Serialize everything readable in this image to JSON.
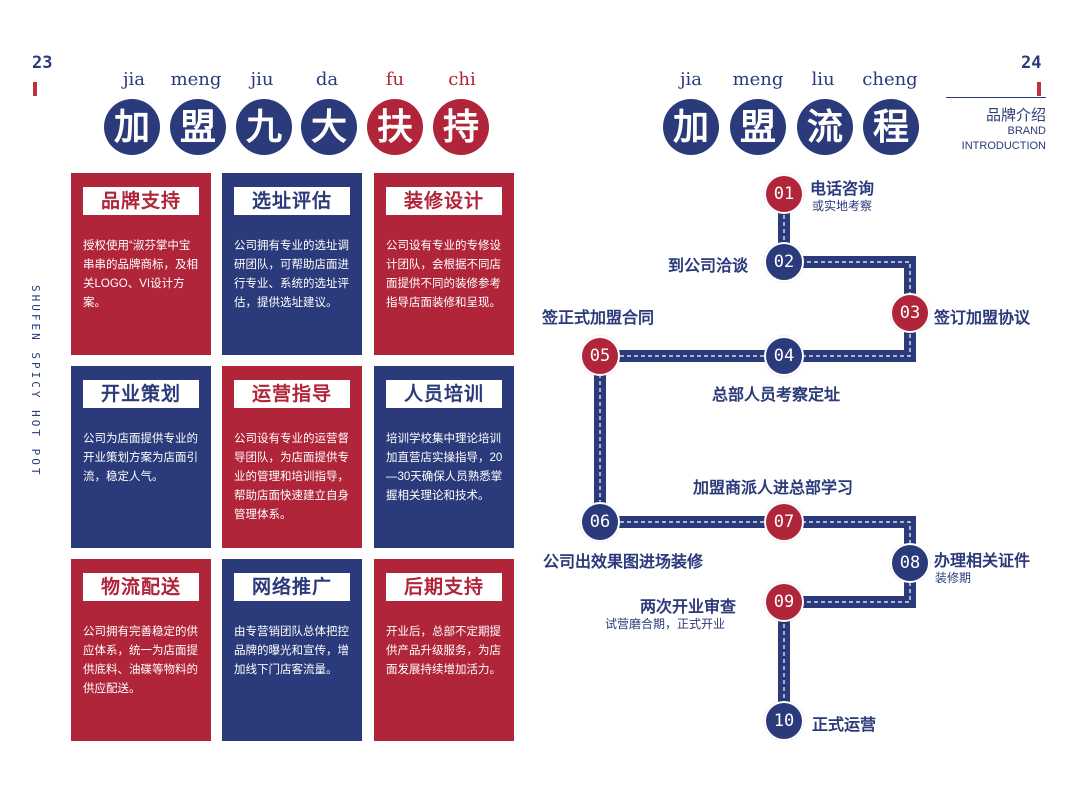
{
  "left_page": {
    "page_number": "23",
    "vertical_text": "SHUFEN SPICY HOT POT",
    "title_pinyin": [
      "jia",
      "meng",
      "jiu",
      "da",
      "fu",
      "chi"
    ],
    "title_chars": [
      "加",
      "盟",
      "九",
      "大",
      "扶",
      "持"
    ],
    "cards": [
      {
        "label": "品牌支持",
        "body": "授权使用“淑芬掌中宝串串的品牌商标，及相关LOGO、VI设计方案。"
      },
      {
        "label": "选址评估",
        "body": "公司拥有专业的选址调研团队，可帮助店面进行专业、系统的选址评估，提供选址建议。"
      },
      {
        "label": "装修设计",
        "body": "公司设有专业的专修设计团队，会根据不同店面提供不同的装修参考指导店面装修和呈现。"
      },
      {
        "label": "开业策划",
        "body": "公司为店面提供专业的开业策划方案为店面引流，稳定人气。"
      },
      {
        "label": "运营指导",
        "body": "公司设有专业的运营督导团队，为店面提供专业的管理和培训指导，帮助店面快速建立自身管理体系。"
      },
      {
        "label": "人员培训",
        "body": "培训学校集中理论培训加直营店实操指导，20—30天确保人员熟悉掌握相关理论和技术。"
      },
      {
        "label": "物流配送",
        "body": "公司拥有完善稳定的供应体系，统一为店面提供底料、油碟等物料的供应配送。"
      },
      {
        "label": "网络推广",
        "body": "由专营销团队总体把控品牌的曝光和宣传，增加线下门店客流量。"
      },
      {
        "label": "后期支持",
        "body": "开业后，总部不定期提供产品升级服务，为店面发展持续增加活力。"
      }
    ]
  },
  "right_page": {
    "page_number": "24",
    "brand_cn": "品牌介绍",
    "brand_en_1": "BRAND",
    "brand_en_2": "INTRODUCTION",
    "title_pinyin": [
      "jia",
      "meng",
      "liu",
      "cheng"
    ],
    "title_chars": [
      "加",
      "盟",
      "流",
      "程"
    ],
    "steps": [
      {
        "num": "01",
        "title": "电话咨询",
        "sub": "或实地考察"
      },
      {
        "num": "02",
        "title": "到公司洽谈",
        "sub": ""
      },
      {
        "num": "03",
        "title": "签订加盟协议",
        "sub": ""
      },
      {
        "num": "04",
        "title": "总部人员考察定址",
        "sub": ""
      },
      {
        "num": "05",
        "title": "签正式加盟合同",
        "sub": ""
      },
      {
        "num": "06",
        "title": "公司出效果图进场装修",
        "sub": ""
      },
      {
        "num": "07",
        "title": "加盟商派人进总部学习",
        "sub": ""
      },
      {
        "num": "08",
        "title": "办理相关证件",
        "sub": "装修期"
      },
      {
        "num": "09",
        "title": "两次开业审查",
        "sub": "试营磨合期，正式开业"
      },
      {
        "num": "10",
        "title": "正式运营",
        "sub": ""
      }
    ]
  },
  "colors": {
    "red": "#b0253a",
    "blue": "#2b3a7a",
    "background": "#ffffff"
  }
}
